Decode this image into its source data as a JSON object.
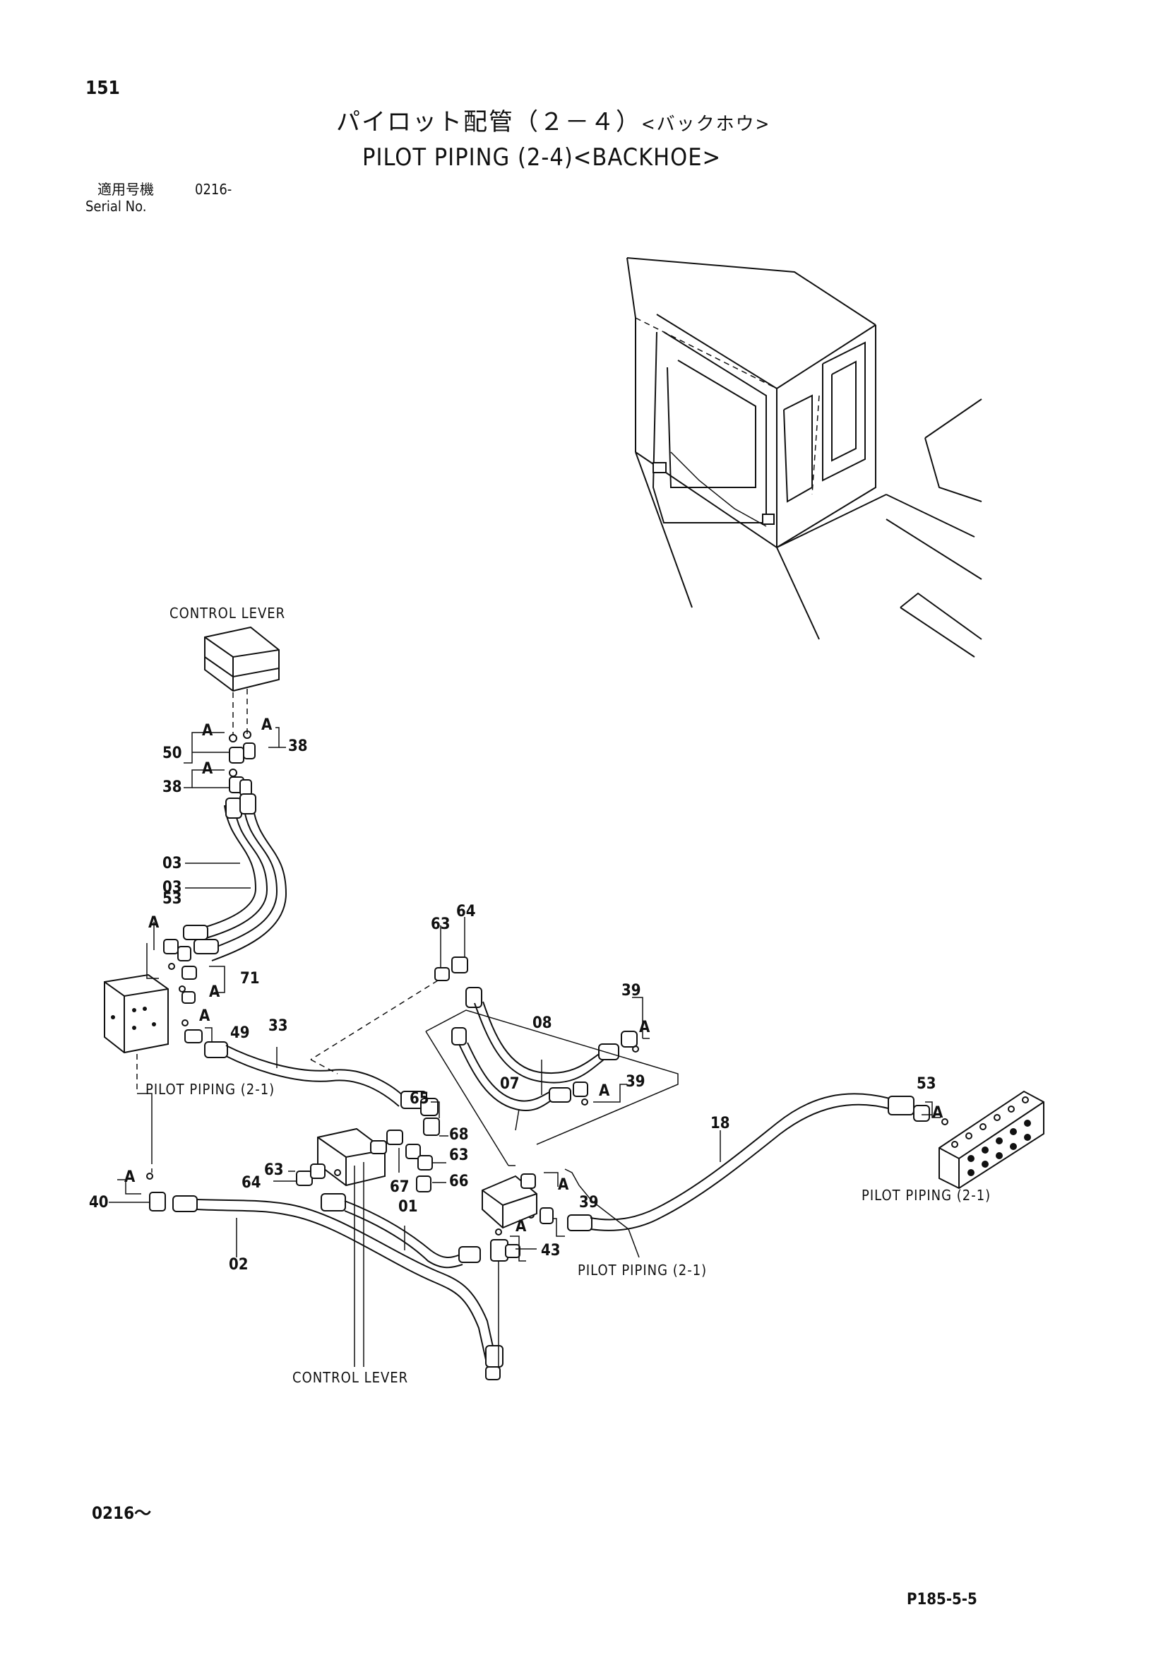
{
  "page_number": "151",
  "title_jp": "パイロット配管（２－４）",
  "title_jp_suffix": "<バックホウ>",
  "title_en": "PILOT PIPING (2-4)<BACKHOE>",
  "serial": {
    "label_jp": "適用号機",
    "value": "0216-",
    "label_en": "Serial No."
  },
  "labels": {
    "control_lever_top": "CONTROL LEVER",
    "control_lever_bottom": "CONTROL LEVER",
    "pilot_piping_left": "PILOT PIPING (2-1)",
    "pilot_piping_right": "PILOT PIPING (2-1)",
    "pilot_piping_center": "PILOT PIPING (2-1)"
  },
  "callouts": {
    "c50": "50",
    "c38a": "38",
    "c38b": "38",
    "c03a": "03",
    "c03b": "03",
    "c53a": "53",
    "c71": "71",
    "c49": "49",
    "c33": "33",
    "c63a": "63",
    "c64a": "64",
    "c08": "08",
    "c39a": "39",
    "c07": "07",
    "c39b": "39",
    "c65": "65",
    "c68": "68",
    "c63b": "63",
    "c66": "66",
    "c67": "67",
    "c18": "18",
    "c53b": "53",
    "c40": "40",
    "c63c": "63",
    "c64b": "64",
    "c01": "01",
    "c39c": "39",
    "c43": "43",
    "c02": "02"
  },
  "ref_letter": "A",
  "footer_serial": "0216～",
  "footer_code": "P185-5-5"
}
